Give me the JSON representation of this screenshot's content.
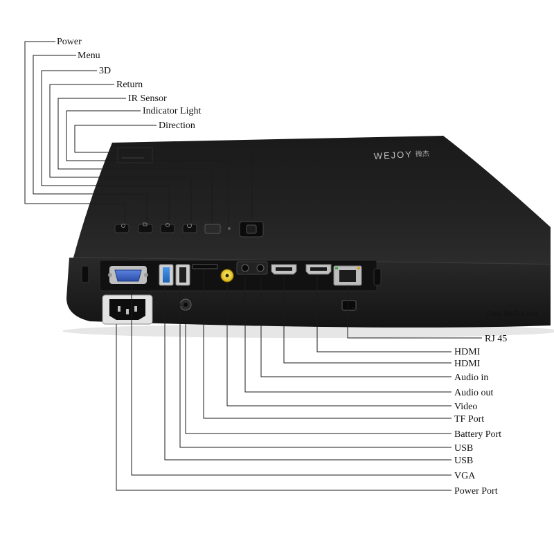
{
  "product": {
    "brand": "WEJOY",
    "brand_cn": "微杰"
  },
  "top_labels": [
    {
      "text": "Power",
      "icon": "power-symbol"
    },
    {
      "text": "Menu",
      "icon": "menu-symbol"
    },
    {
      "text": "3D",
      "icon": "3d-symbol"
    },
    {
      "text": "Return",
      "icon": "return-symbol"
    },
    {
      "text": "IR Sensor"
    },
    {
      "text": "Indicator Light"
    },
    {
      "text": "Direction"
    }
  ],
  "right_labels": [
    {
      "text": "Anti-theft Lock"
    },
    {
      "text": "RJ 45"
    },
    {
      "text": "HDMI"
    },
    {
      "text": "HDMI"
    },
    {
      "text": "Audio in"
    },
    {
      "text": "Audio out"
    },
    {
      "text": "Video"
    },
    {
      "text": "TF Port"
    },
    {
      "text": "Battery Port"
    },
    {
      "text": "USB"
    },
    {
      "text": "USB"
    },
    {
      "text": "VGA"
    },
    {
      "text": "Power Port"
    }
  ],
  "colors": {
    "background": "#ffffff",
    "device_body": "#1b1b1b",
    "usb3_blue": "#2f7fd6",
    "vga_blue": "#3c63c8",
    "video_yellow": "#e7c21a",
    "rj45_green": "#3aa64a"
  }
}
